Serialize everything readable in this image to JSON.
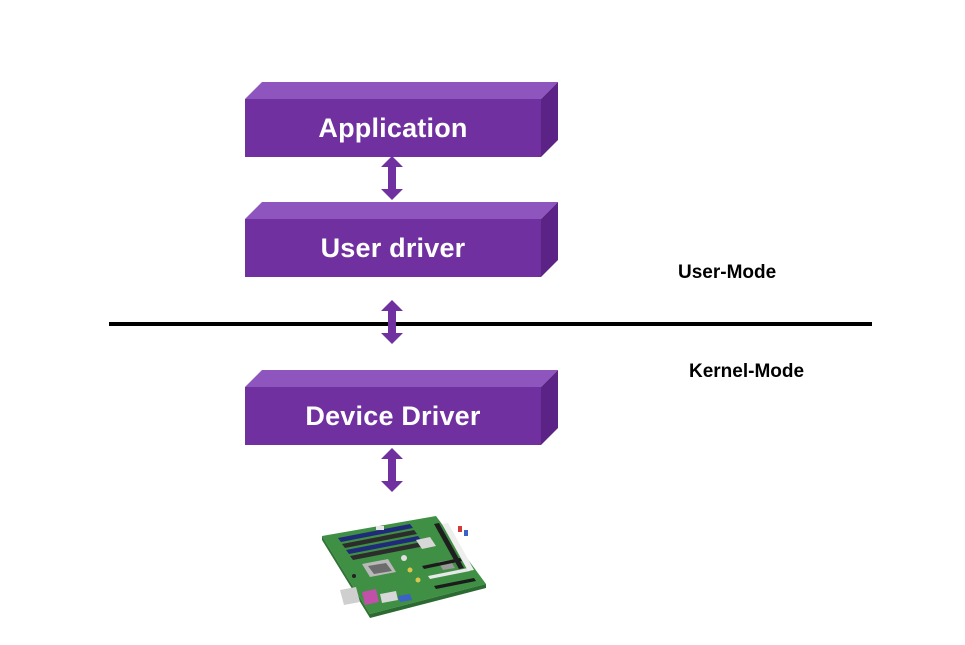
{
  "diagram": {
    "blocks": [
      {
        "label": "Application"
      },
      {
        "label": "User driver"
      },
      {
        "label": "Device Driver"
      }
    ],
    "user_mode_label": "User-Mode",
    "kernel_mode_label": "Kernel-Mode",
    "hardware_icon": "motherboard-icon"
  },
  "colors": {
    "block_front": "#7030A0",
    "block_top": "#8F55BE",
    "block_side": "#5A2385",
    "arrow": "#7030A0",
    "divider": "#000000"
  }
}
